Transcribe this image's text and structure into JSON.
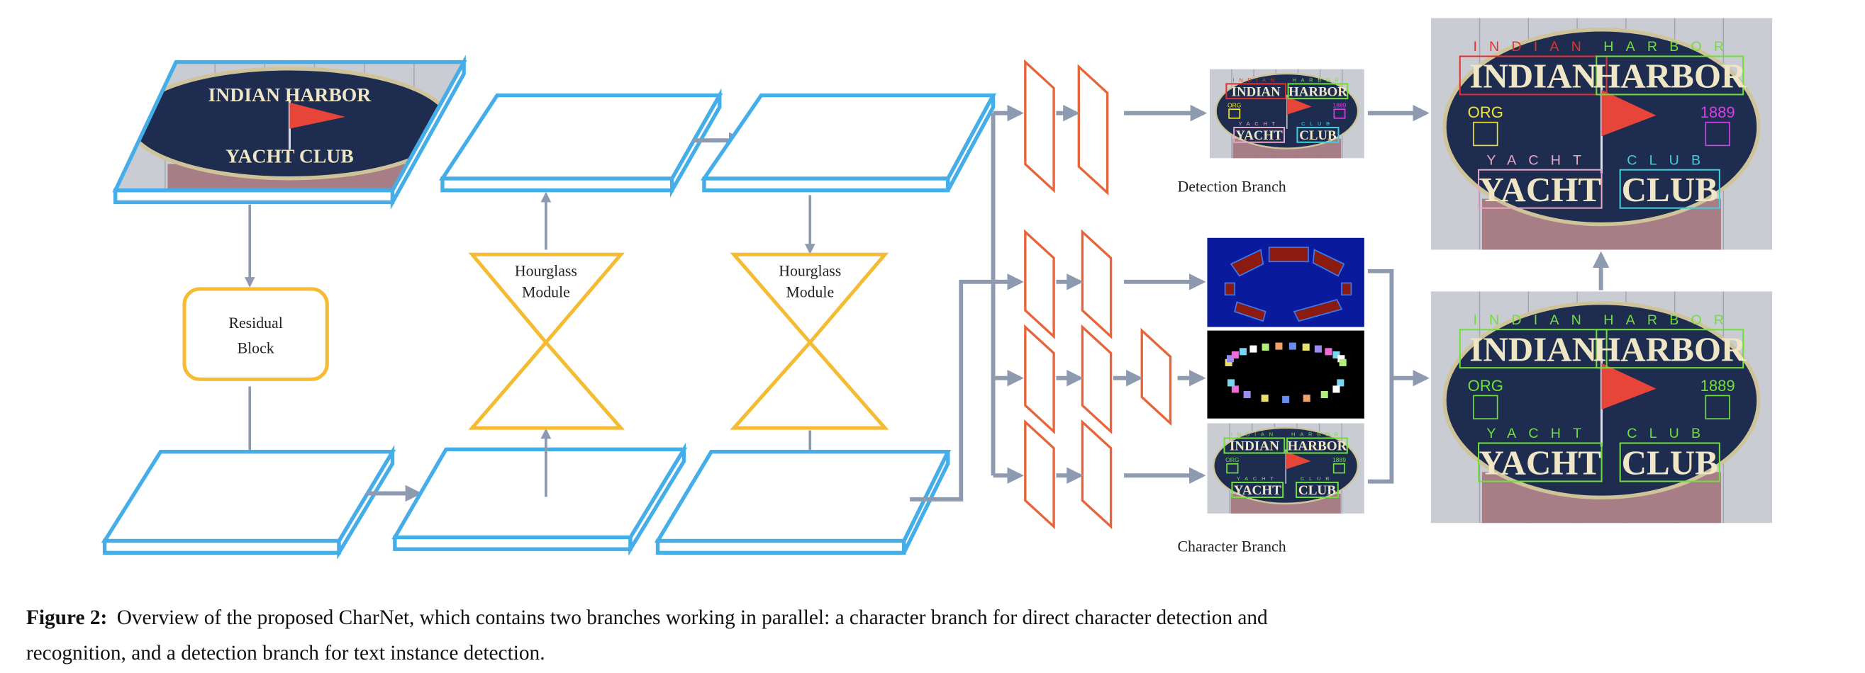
{
  "figure": {
    "labels": {
      "residual_block": [
        "Residual",
        "Block"
      ],
      "hourglass_1": [
        "Hourglass",
        "Module"
      ],
      "hourglass_2": [
        "Hourglass",
        "Module"
      ],
      "detection_branch": "Detection Branch",
      "character_branch": "Character Branch"
    },
    "photo_lettering": {
      "line1": "INDIAN HARBOR",
      "line2": "YACHT CLUB",
      "word_a": "INDIAN",
      "word_b": "HARBOR",
      "word_c": "YACHT",
      "word_d": "CLUB",
      "small_left": "ORG",
      "small_right": "1889"
    },
    "colors": {
      "feature_map_outline": "#45aee8",
      "module_outline": "#f4bb33",
      "branch_conv_outline": "#e8643a",
      "arrow": "#8e9aaf",
      "sign_navy": "#1d2c4f",
      "heatmap_bg": "#0a1a9c",
      "heatmap_blob": "#8b1a10"
    }
  },
  "caption": {
    "label": "Figure 2:",
    "line1": "Overview of the proposed CharNet, which contains two branches working in parallel: a character branch for direct character detection and",
    "line2": "recognition, and a detection branch for text instance detection."
  }
}
